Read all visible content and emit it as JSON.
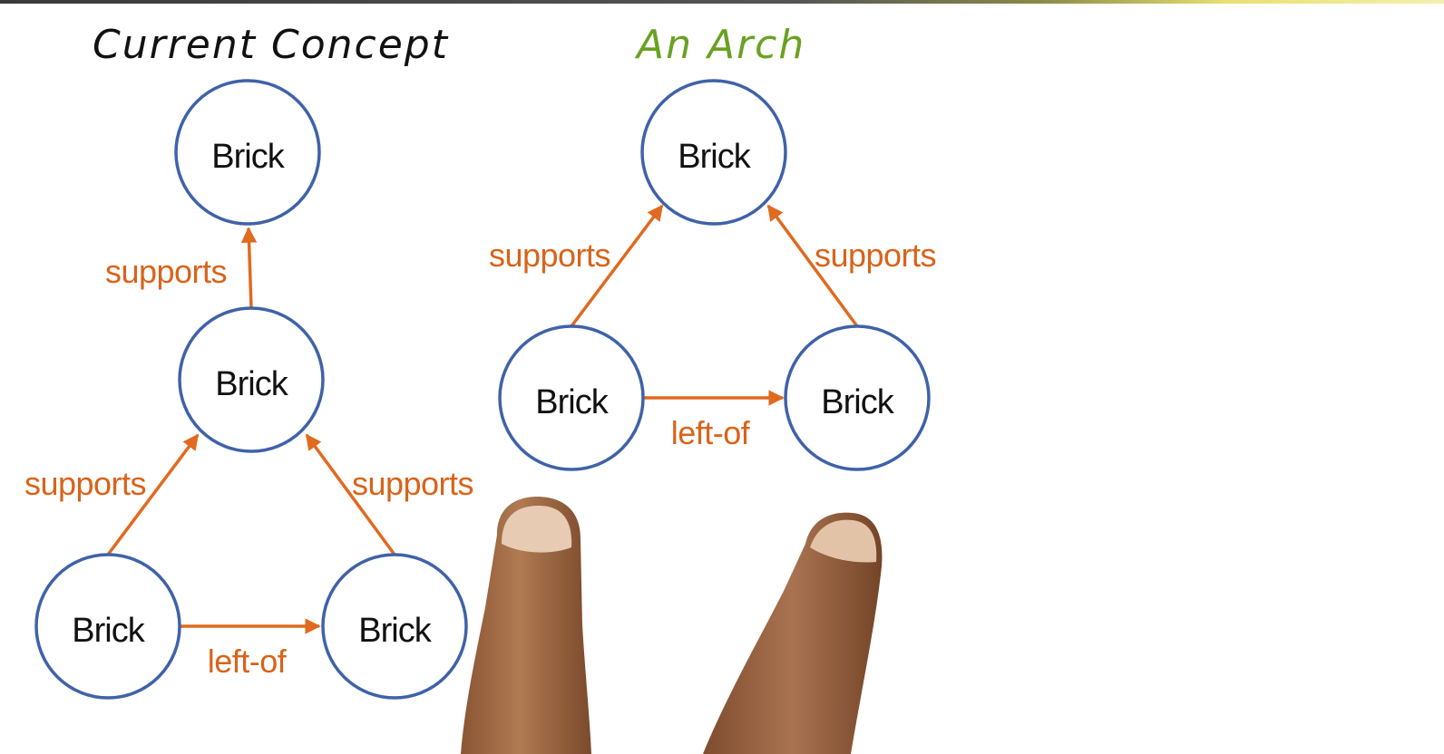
{
  "titles": {
    "current": "Current Concept",
    "arch": "An Arch"
  },
  "colors": {
    "node_stroke": "#3f62a8",
    "edge": "#e06a1f",
    "edge_label": "#d9631a",
    "arch_title": "#6aa121"
  },
  "current_concept": {
    "nodes": [
      "Brick",
      "Brick",
      "Brick",
      "Brick"
    ],
    "edges": [
      "supports",
      "supports",
      "supports",
      "left-of"
    ]
  },
  "arch": {
    "nodes": [
      "Brick",
      "Brick",
      "Brick"
    ],
    "edges": [
      "supports",
      "supports",
      "left-of"
    ]
  }
}
